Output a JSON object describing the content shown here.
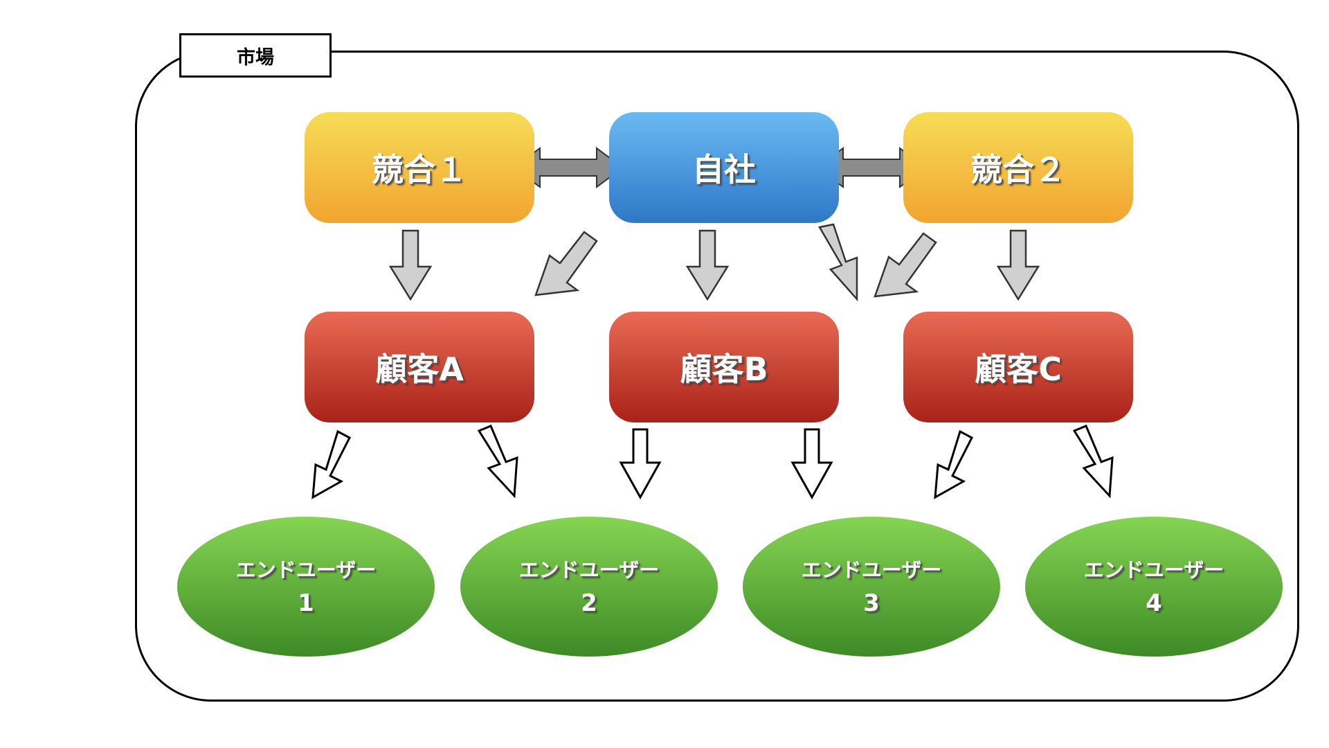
{
  "market": {
    "label": "市場"
  },
  "nodes": {
    "competitor1": "競合１",
    "self": "自社",
    "competitor2": "競合２",
    "customerA": "顧客A",
    "customerB": "顧客B",
    "customerC": "顧客C"
  },
  "end_users": [
    {
      "label": "エンドユーザー",
      "number": "1"
    },
    {
      "label": "エンドユーザー",
      "number": "2"
    },
    {
      "label": "エンドユーザー",
      "number": "3"
    },
    {
      "label": "エンドユーザー",
      "number": "4"
    }
  ],
  "colors": {
    "competitor": "#f2b83e",
    "self": "#4a98dc",
    "customer": "#cf4332",
    "end_user": "#5fb33a",
    "relation_arrow": "#8c8c8c",
    "supply_arrow": "#d0d0d0",
    "demand_arrow": "#ffffff"
  }
}
